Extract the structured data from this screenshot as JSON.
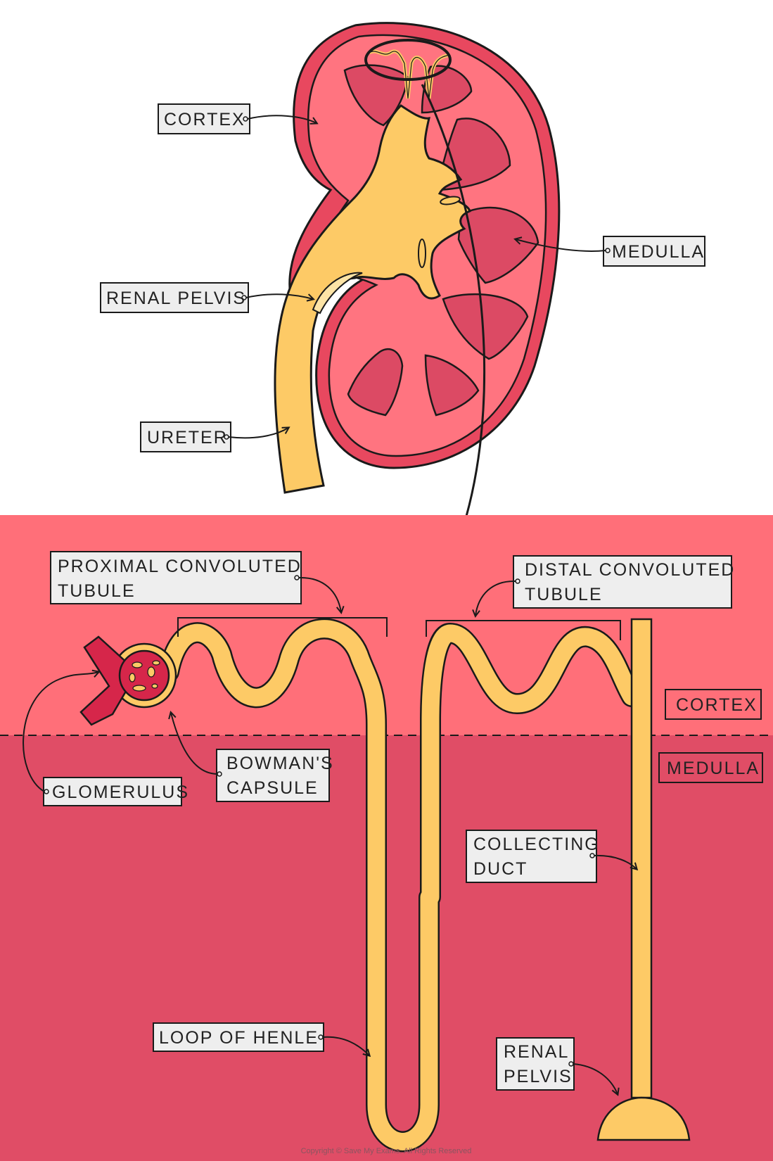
{
  "kidney_labels": {
    "cortex": "CORTEX",
    "medulla": "MEDULLA",
    "renal_pelvis": "RENAL PELVIS",
    "ureter": "URETER"
  },
  "nephron_labels": {
    "pct_line1": "PROXIMAL CONVOLUTED",
    "pct_line2": "TUBULE",
    "dct_line1": "DISTAL CONVOLUTED",
    "dct_line2": "TUBULE",
    "glomerulus": "GLOMERULUS",
    "bowmans_line1": "BOWMAN'S",
    "bowmans_line2": "CAPSULE",
    "collecting_line1": "COLLECTING",
    "collecting_line2": "DUCT",
    "loop_of_henle": "LOOP OF HENLE",
    "renal_pelvis_line1": "RENAL",
    "renal_pelvis_line2": "PELVIS"
  },
  "zone_labels": {
    "cortex": "CORTEX",
    "medulla": "MEDULLA"
  },
  "footer": {
    "copyright": "Copyright © Save My Exams. All Rights Reserved"
  },
  "colors": {
    "cortex_zone": "#ff6f79",
    "medulla_zone": "#e04d66",
    "kidney_capsule": "#e8485f",
    "kidney_cortex": "#ff7480",
    "pyramid": "#dc4a64",
    "pelvis_yellow": "#fdca66",
    "glomerulus_red": "#d6264a",
    "label_bg": "#eeeeee",
    "outline": "#1a1a1a"
  }
}
